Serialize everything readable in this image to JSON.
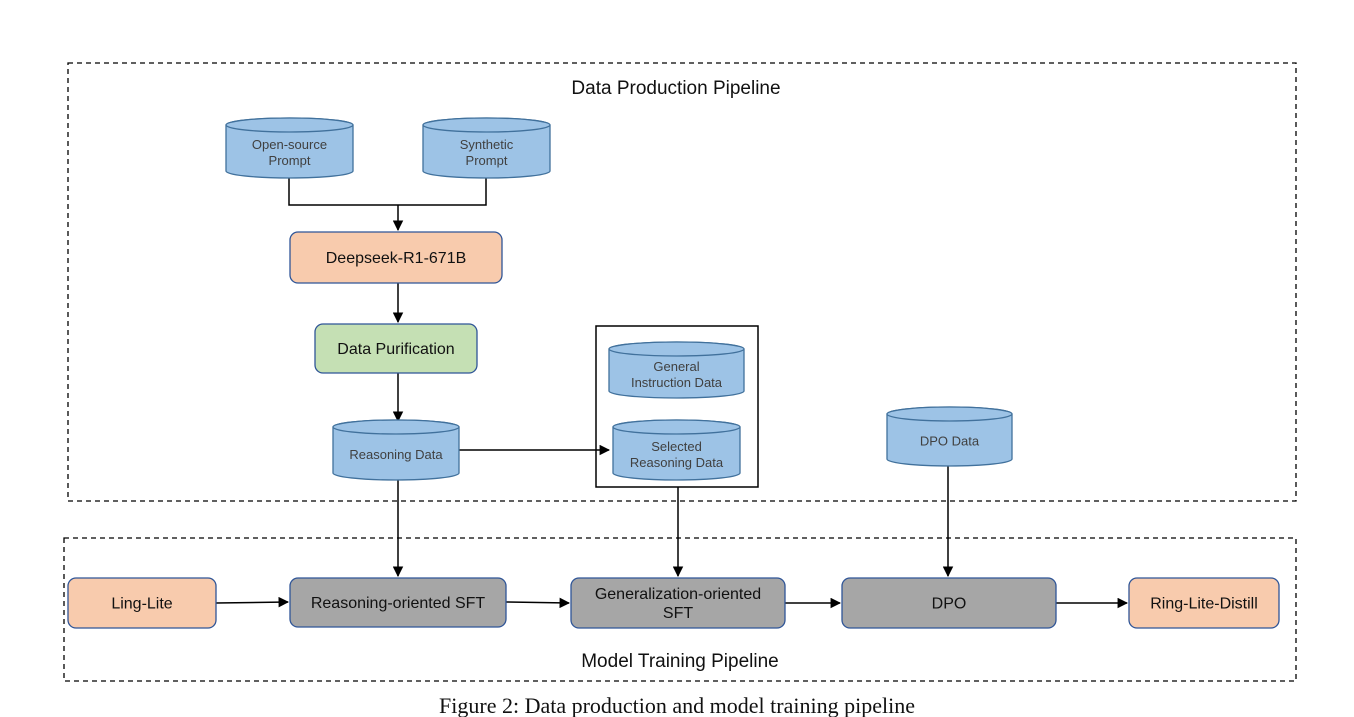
{
  "sections": {
    "data_pipeline_title": "Data Production Pipeline",
    "training_pipeline_title": "Model Training Pipeline"
  },
  "cylinders": {
    "open_source_prompt": [
      "Open-source",
      "Prompt"
    ],
    "synthetic_prompt": [
      "Synthetic",
      "Prompt"
    ],
    "general_instruction_data": [
      "General",
      "Instruction Data"
    ],
    "selected_reasoning_data": [
      "Selected",
      "Reasoning Data"
    ],
    "reasoning_data": [
      "Reasoning Data"
    ],
    "dpo_data": [
      "DPO Data"
    ]
  },
  "boxes": {
    "deepseek": [
      "Deepseek-R1-671B"
    ],
    "data_purification": [
      "Data Purification"
    ],
    "ling_lite": [
      "Ling-Lite"
    ],
    "reasoning_sft": [
      "Reasoning-oriented SFT"
    ],
    "generalization_sft": [
      "Generalization-oriented",
      "SFT"
    ],
    "dpo": [
      "DPO"
    ],
    "ring_lite_distill": [
      "Ring-Lite-Distill"
    ]
  },
  "caption": "Figure 2: Data production and model training pipeline",
  "colors": {
    "cylinder_fill": "#9dc3e6",
    "cylinder_stroke": "#41719c",
    "orange_fill": "#f8cbad",
    "green_fill": "#c5e0b4",
    "gray_fill": "#a6a6a6",
    "box_stroke": "#2f5597"
  }
}
